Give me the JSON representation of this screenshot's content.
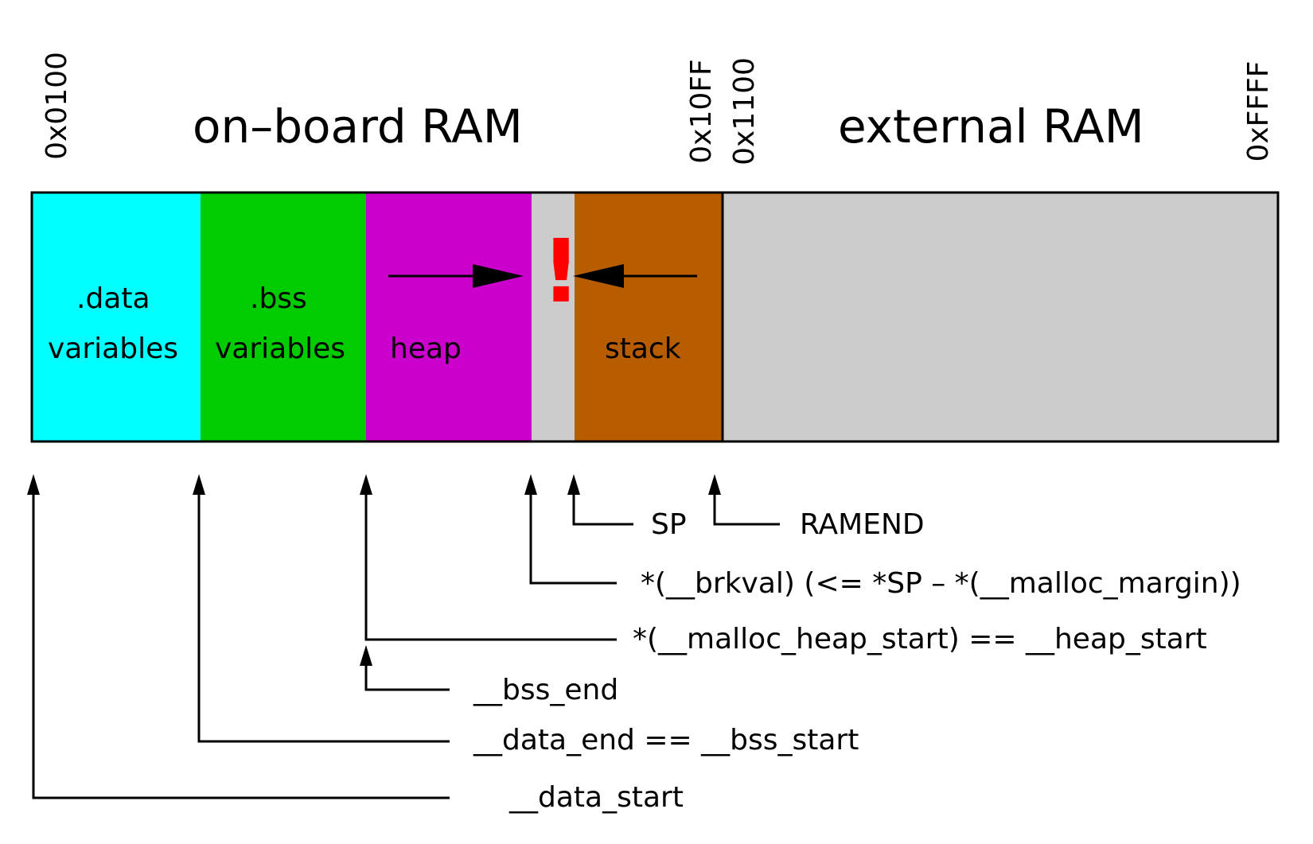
{
  "titles": {
    "onboard": "on–board RAM",
    "external": "external RAM"
  },
  "addresses": {
    "start": "0x0100",
    "onboard_end": "0x10FF",
    "external_start": "0x1100",
    "external_end": "0xFFFF"
  },
  "segments": {
    "data": {
      "line1": ".data",
      "line2": "variables",
      "color": "#00FFFF"
    },
    "bss": {
      "line1": ".bss",
      "line2": "variables",
      "color": "#00CC00"
    },
    "heap": {
      "label": "heap",
      "color": "#CC00CC"
    },
    "free": {
      "mark": "!",
      "mark_color": "#FF0000",
      "color": "#CCCCCC"
    },
    "stack": {
      "label": "stack",
      "color": "#B85C00"
    },
    "external": {
      "color": "#CCCCCC"
    }
  },
  "pointers": {
    "sp": "SP",
    "ramend": "RAMEND",
    "brkval": "*(__brkval) (<= *SP – *(__malloc_margin))",
    "heap_start": "*(__malloc_heap_start) == __heap_start",
    "bss_end": "__bss_end",
    "data_end": "__data_end == __bss_start",
    "data_start": "__data_start"
  }
}
